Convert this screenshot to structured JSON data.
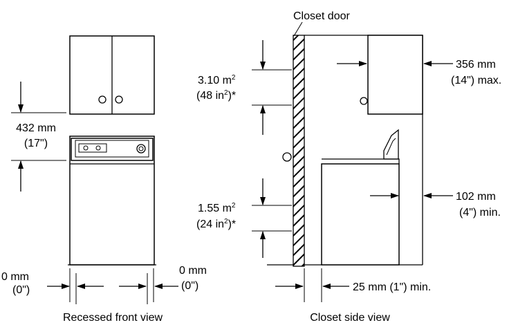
{
  "front_view": {
    "caption": "Recessed front view",
    "height_dim": {
      "metric": "432 mm",
      "imperial": "(17\")"
    },
    "left_clearance": {
      "metric": "0 mm",
      "imperial": "(0\")"
    },
    "right_clearance": {
      "metric": "0 mm",
      "imperial": "(0\")"
    }
  },
  "side_view": {
    "caption": "Closet side view",
    "door_label": "Closet door",
    "upper_vent": {
      "metric": "3.10 m",
      "metric_sup": "2",
      "imperial_pre": "(48 in",
      "imperial_sup": "2",
      "imperial_post": ")*"
    },
    "lower_vent": {
      "metric": "1.55 m",
      "metric_sup": "2",
      "imperial_pre": "(24 in",
      "imperial_sup": "2",
      "imperial_post": ")*"
    },
    "top_clearance": {
      "metric": "356 mm",
      "imperial": "(14\") max."
    },
    "rear_clearance": {
      "metric": "102 mm",
      "imperial": "(4\") min."
    },
    "door_clearance": "25 mm (1\") min."
  }
}
